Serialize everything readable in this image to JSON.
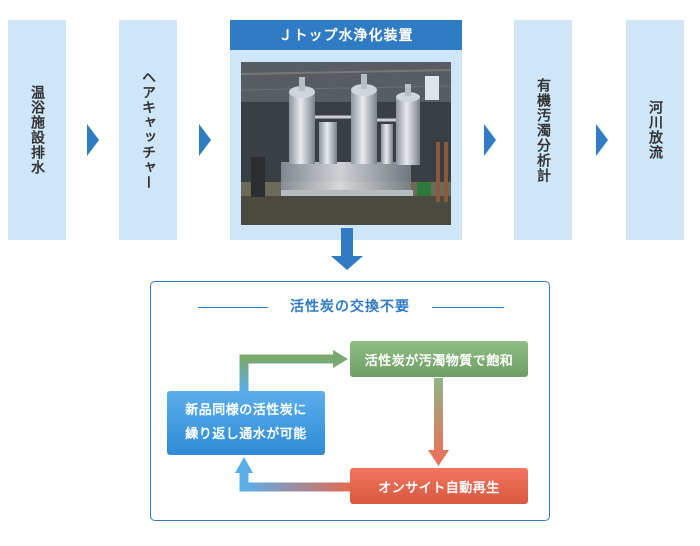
{
  "flow": {
    "steps": [
      {
        "label": "温浴施設排水"
      },
      {
        "label": "ヘアキャッチャー"
      },
      {
        "label": "Ｊトップ水浄化装置"
      },
      {
        "label": "有機汚濁分析計"
      },
      {
        "label": "河川放流"
      }
    ]
  },
  "panel": {
    "title": "活性炭の交換不要",
    "cycle": {
      "saturation": "活性炭が汚濁物質で飽和",
      "regeneration": "オンサイト自動再生",
      "result_line1": "新品同様の活性炭に",
      "result_line2": "繰り返し通水が可能"
    }
  },
  "colors": {
    "primary_blue": "#2f7bc4",
    "light_blue": "#cfe6f8",
    "green": "#7aa970",
    "red": "#e36a52"
  }
}
